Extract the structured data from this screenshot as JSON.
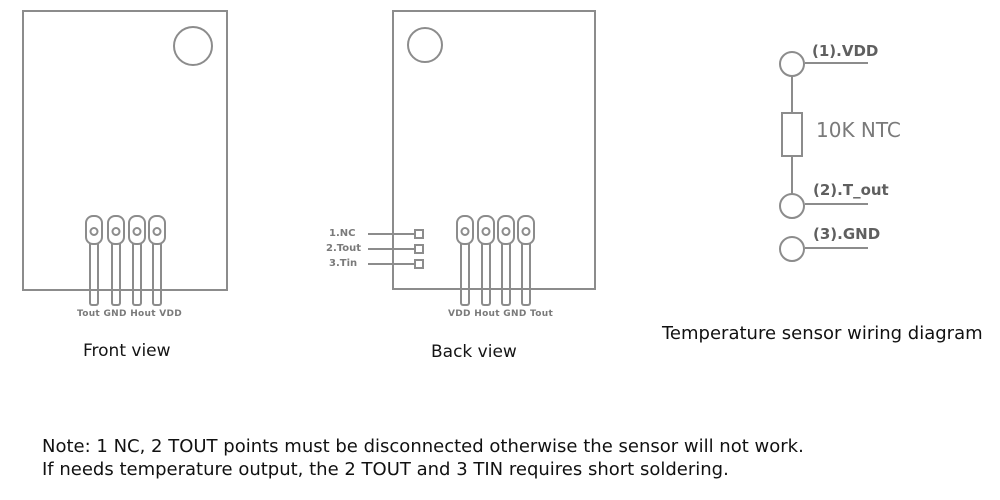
{
  "front_view": {
    "title": "Front view",
    "pin_row": "Tout GND Hout VDD"
  },
  "back_view": {
    "title": "Back view",
    "pin_row": "VDD Hout GND Tout",
    "jumpers": [
      {
        "label": "1.NC"
      },
      {
        "label": "2.Tout"
      },
      {
        "label": "3.Tin"
      }
    ]
  },
  "wiring": {
    "caption": "Temperature sensor wiring diagram",
    "resistor_label": "10K NTC",
    "terminals": [
      {
        "label": "(1).VDD"
      },
      {
        "label": "(2).T_out"
      },
      {
        "label": "(3).GND"
      }
    ]
  },
  "note": {
    "line1": "Note: 1 NC, 2 TOUT points must be disconnected otherwise the sensor will not work.",
    "line2": "If needs temperature output, the 2 TOUT and 3 TIN requires short soldering."
  },
  "colors": {
    "diagram_stroke": "#8c8c8c",
    "pin_text": "#7a7a7a",
    "terminal_text": "#5f5f5f",
    "heading_text": "#111111",
    "background": "#ffffff"
  }
}
